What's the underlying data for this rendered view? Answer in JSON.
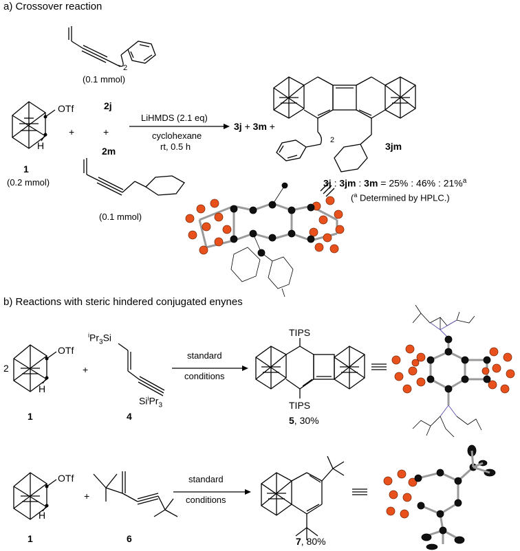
{
  "section_a": {
    "title": "a) Crossover reaction",
    "amount_2j": "(0.1 mmol)",
    "label_2j": "2j",
    "subscript_2": "2",
    "label_2m": "2m",
    "amount_2m": "(0.1 mmol)",
    "substituent_1": "OTf",
    "h_atom": "H",
    "plus_1": "+",
    "plus_2": "+",
    "label_1": "1",
    "amount_1": "(0.2 mmol)",
    "reagent": "LiHMDS (2.1 eq)",
    "solvent": "cyclohexane",
    "conditions": "rt, 0.5 h",
    "products_p1": "3j",
    "products_plus1": " + ",
    "products_p2": "3m",
    "products_plus2": " +",
    "label_3jm": "3jm",
    "subscript_2b": "2",
    "ratio_a": "3j",
    "ratio_sep1": " : ",
    "ratio_b": "3jm",
    "ratio_sep2": " : ",
    "ratio_c": "3m",
    "ratio_values": " = 25% : 46% : 21%",
    "ratio_sup": "a",
    "footnote_sup": "a",
    "footnote_text": " Determined by HPLC.)",
    "footnote_open": "("
  },
  "section_b": {
    "title": "b) Reactions with steric hindered conjugated enynes",
    "coef_2": "2",
    "substituent_1": "OTf",
    "h_atom": "H",
    "plus_1": "+",
    "si_top_sup": "i",
    "si_top": "Pr",
    "si_top_sub": "3",
    "si_top_end": "Si",
    "si_bot_pre": "Si",
    "si_bot_sup": "i",
    "si_bot": "Pr",
    "si_bot_sub": "3",
    "cond_1": "standard",
    "cond_2": "conditions",
    "tips_top": "TIPS",
    "tips_bottom": "TIPS",
    "label_1": "1",
    "label_4": "4",
    "label_5": "5",
    "yield_5": ", 30%",
    "substituent_1b": "OTf",
    "h_atom_b": "H",
    "plus_2": "+",
    "cond_3": "standard",
    "cond_4": "conditions",
    "label_1b": "1",
    "label_6": "6",
    "label_7": "7",
    "yield_7": ", 80%"
  }
}
